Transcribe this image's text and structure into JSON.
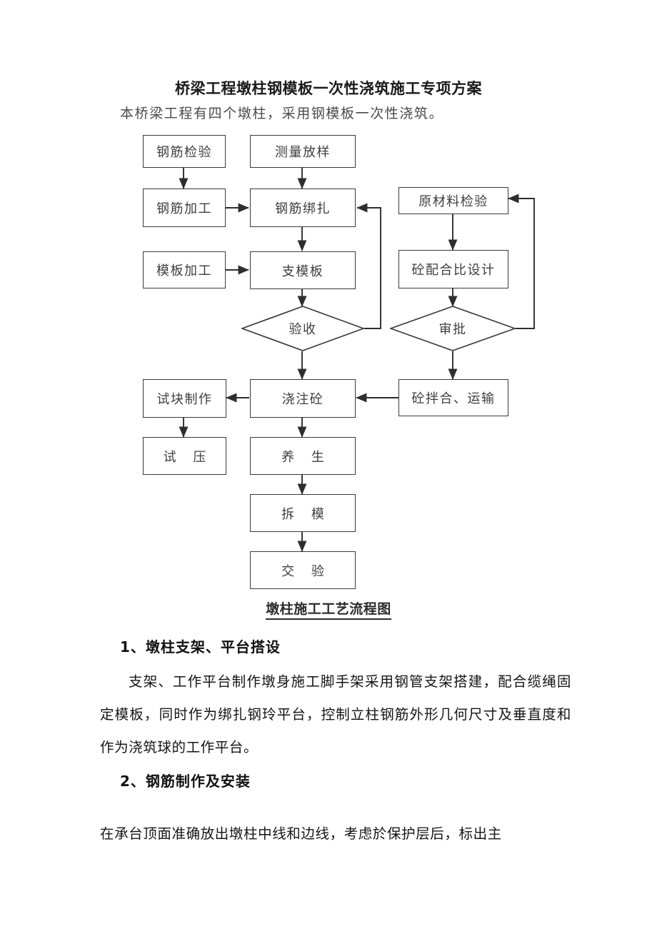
{
  "document": {
    "title": "桥梁工程墩柱钢模板一次性浇筑施工专项方案",
    "subtitle": "本桥梁工程有四个墩柱，采用钢模板一次性浇筑。"
  },
  "flowchart": {
    "caption": "墩柱施工工艺流程图",
    "nodes": {
      "gangjin_jianyan": "钢筋检验",
      "celiang_fangyang": "测量放样",
      "gangjin_jiagong": "钢筋加工",
      "gangjin_bangzha": "钢筋绑扎",
      "yuancailiao_jianyan": "原材料检验",
      "muban_jiagong": "模板加工",
      "zhi_muban": "支模板",
      "tong_peihebi_sheji": "砼配合比设计",
      "yanshou": "验收",
      "shenpi": "审批",
      "shikuai_zhizuo": "试块制作",
      "jiaozhu_tong": "浇注砼",
      "tong_banhe_yunshu": "砼拌合、运输",
      "shiya": "试  压",
      "yangsheng": "养  生",
      "chaimo": "拆  模",
      "jiaoyan": "交  验"
    }
  },
  "sections": [
    {
      "heading": "1、墩柱支架、平台搭设",
      "paragraphs": [
        "支架、工作平台制作墩身施工脚手架采用钢管支架搭建，配合缆绳固定模板，同时作为绑扎钢玲平台，控制立柱钢筋外形几何尺寸及垂直度和作为浇筑球的工作平台。"
      ]
    },
    {
      "heading": "2、钢筋制作及安装",
      "paragraphs": [
        "在承台顶面准确放出墩柱中线和边线，考虑於保护层后，标出主"
      ]
    }
  ],
  "colors": {
    "page_background": "#ffffff",
    "text": "#151515",
    "node_border": "#3a3a3a",
    "edge": "#2e2e2e"
  }
}
